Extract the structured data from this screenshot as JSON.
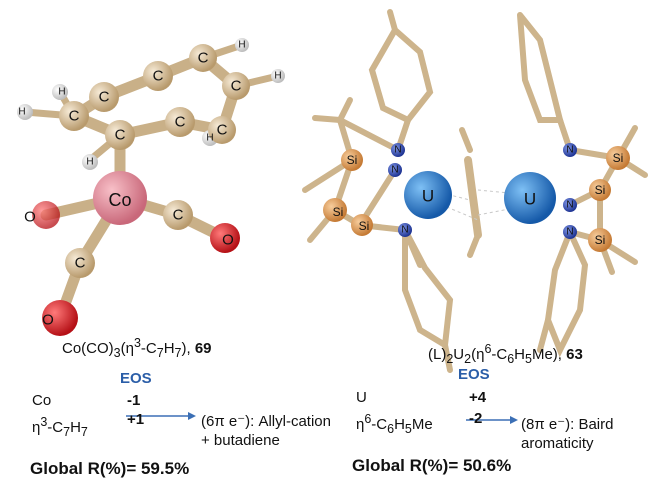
{
  "left": {
    "compound_prefix": "Co(CO)",
    "compound_sub1": "3",
    "compound_mid": "(η",
    "compound_sup": "3",
    "compound_mid2": "-C",
    "compound_sub2": "7",
    "compound_mid3": "H",
    "compound_sub3": "7",
    "compound_suffix": "), ",
    "compound_number": "69",
    "eos_title": "EOS",
    "rows": [
      {
        "fragment": "Co",
        "value": "-1"
      },
      {
        "fragment_prefix": "η",
        "fragment_sup": "3",
        "fragment_mid": "-C",
        "fragment_sub1": "7",
        "fragment_mid2": "H",
        "fragment_sub2": "7",
        "value": "+1"
      }
    ],
    "note_line1": "(6π e⁻): Allyl-cation",
    "note_line2": "+ butadiene",
    "global": "Global R(%)= 59.5%",
    "atoms": {
      "co": "Co",
      "c": "C",
      "o": "O",
      "h": "H"
    }
  },
  "right": {
    "compound_prefix": "(L)",
    "compound_sub1": "2",
    "compound_mid": "U",
    "compound_sub2": "2",
    "compound_mid2": "(η",
    "compound_sup": "6",
    "compound_mid3": "-C",
    "compound_sub3": "6",
    "compound_mid4": "H",
    "compound_sub4": "5",
    "compound_suffix": "Me), ",
    "compound_number": "63",
    "eos_title": "EOS",
    "rows": [
      {
        "fragment": "U",
        "value": "+4"
      },
      {
        "fragment_prefix": "η",
        "fragment_sup": "6",
        "fragment_mid": "-C",
        "fragment_sub1": "6",
        "fragment_mid2": "H",
        "fragment_sub2": "5",
        "fragment_suffix": "Me",
        "value": "-2"
      }
    ],
    "note_line1": "(8π e⁻): Baird",
    "note_line2": "aromaticity",
    "global": "Global R(%)= 50.6%",
    "atoms": {
      "u": "U",
      "si": "Si",
      "n": "N"
    }
  },
  "colors": {
    "carbon": "#d9c19a",
    "bond": "#cdb48c",
    "cobalt": "#e58e9c",
    "oxygen": "#e0242a",
    "hydrogen": "#f2f2f2",
    "uranium": "#2a7fd0",
    "silicon": "#e8a86a",
    "nitrogen": "#2f4fb3",
    "eos": "#2b5ea8",
    "arrow": "#3b6fb5"
  }
}
